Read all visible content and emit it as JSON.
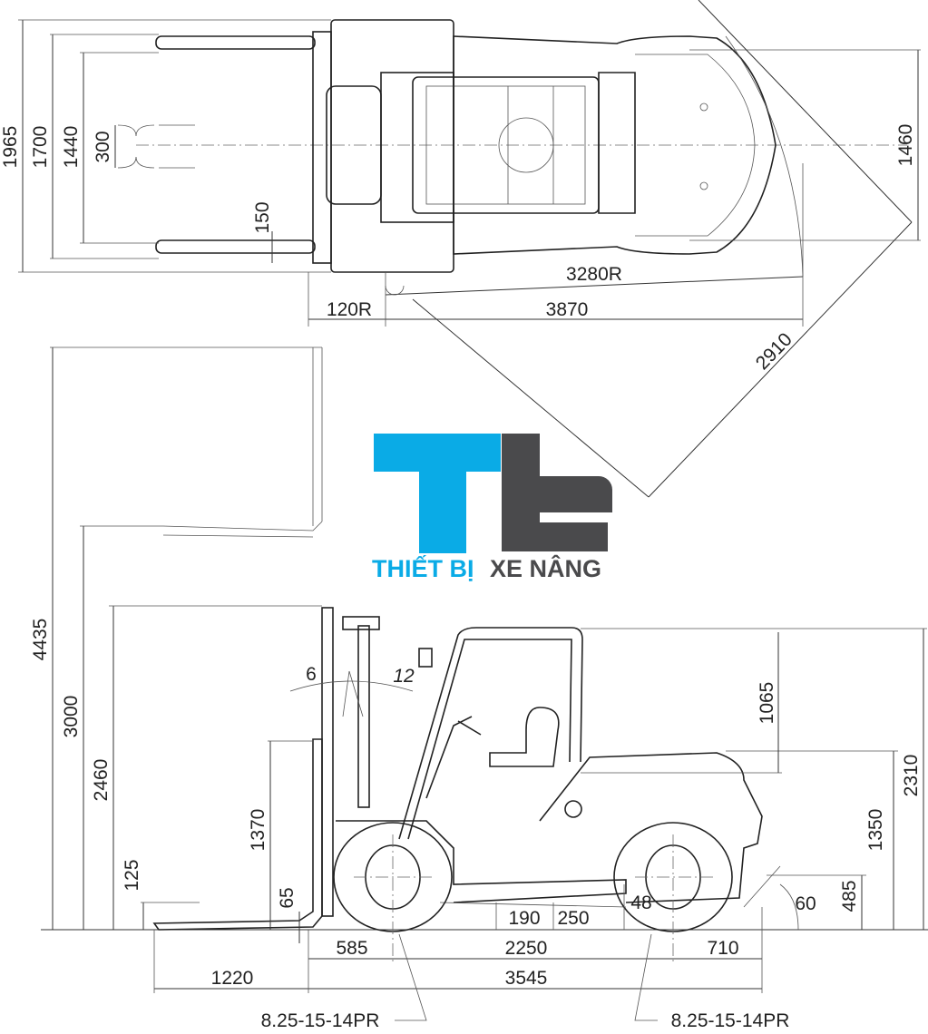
{
  "top_view": {
    "dims": {
      "overall_width": "1965",
      "fork_outer_width": "1700",
      "tread_width": "1440",
      "fork_spread": "300",
      "fork_width": "150",
      "rear_width": "1460",
      "turning_radius": "3280R",
      "inner_radius": "120R",
      "aisle_length": "3870",
      "diagonal": "2910"
    }
  },
  "side_view": {
    "dims": {
      "max_height": "4435",
      "lift_height": "3000",
      "mast_height": "2460",
      "free_lift": "125",
      "backrest_height": "1370",
      "fork_thickness": "65",
      "tilt_forward": "6",
      "tilt_backward": "12",
      "overhead_guard": "2310",
      "seat_to_roof": "1065",
      "seat_height": "1350",
      "hitch_height": "485",
      "departure_angle": "60",
      "ground_clearance_rear": "48",
      "ground_clearance_mid": "190",
      "ground_clearance_frame": "250",
      "front_overhang": "585",
      "wheelbase": "2250",
      "rear_overhang": "710",
      "fork_length": "1220",
      "length_to_fork_face": "3545"
    },
    "front_tire": "8.25-15-14PR",
    "rear_tire": "8.25-15-14PR"
  },
  "logo": {
    "brand_part1": "THIẾT BỊ",
    "brand_part2": "XE NÂNG",
    "colors": {
      "cyan": "#0aabe6",
      "gray": "#4a4a4c"
    }
  }
}
